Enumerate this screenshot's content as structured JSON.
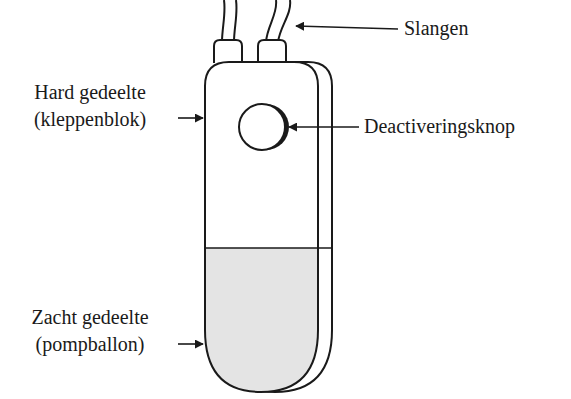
{
  "diagram": {
    "labels": [
      "Slangen",
      "Hard gedeelte (kleppenblok)",
      "Deactiveringsknop",
      "Zacht gedeelte (pompballon)"
    ]
  }
}
